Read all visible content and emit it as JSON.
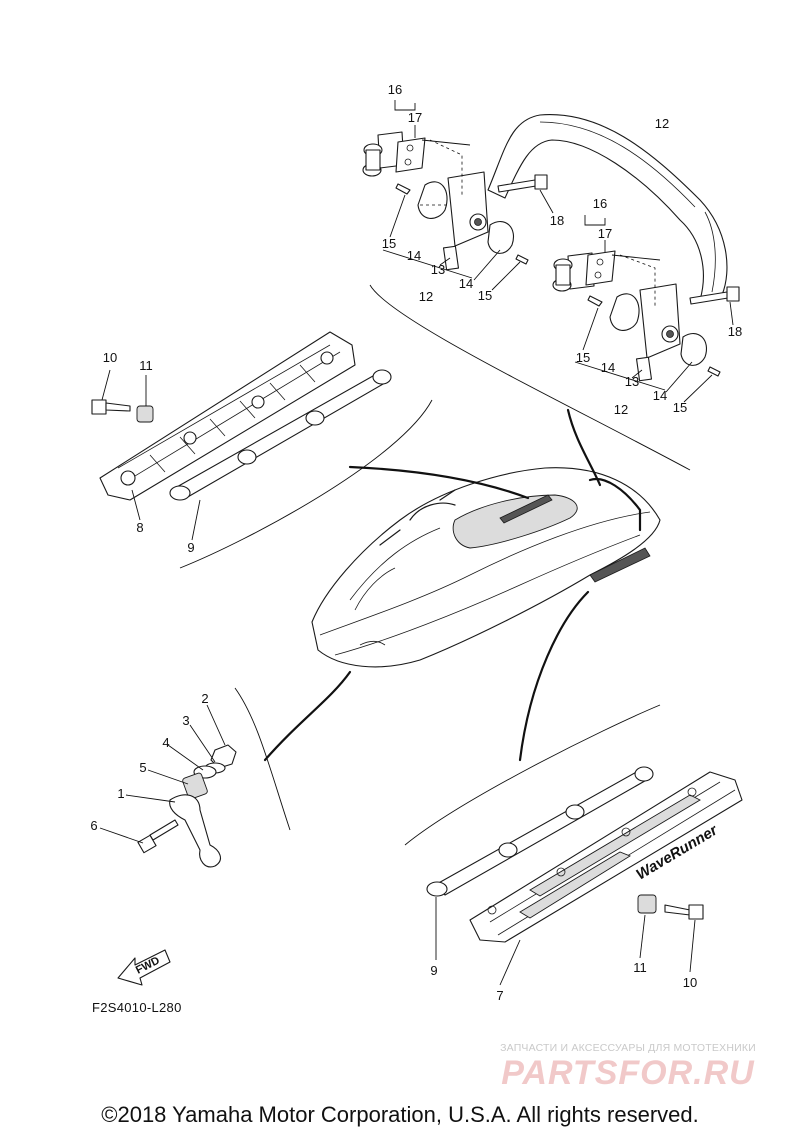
{
  "diagram": {
    "code": "F2S4010-L280",
    "fwd_label": "FWD",
    "callouts": [
      {
        "id": "c16a",
        "label": "16"
      },
      {
        "id": "c17a",
        "label": "17"
      },
      {
        "id": "c12top",
        "label": "12"
      },
      {
        "id": "c18a",
        "label": "18"
      },
      {
        "id": "c15a",
        "label": "15"
      },
      {
        "id": "c14a",
        "label": "14"
      },
      {
        "id": "c13a",
        "label": "13"
      },
      {
        "id": "c12a",
        "label": "12"
      },
      {
        "id": "c14b",
        "label": "14"
      },
      {
        "id": "c15b",
        "label": "15"
      },
      {
        "id": "c16b",
        "label": "16"
      },
      {
        "id": "c17b",
        "label": "17"
      },
      {
        "id": "c18b",
        "label": "18"
      },
      {
        "id": "c15c",
        "label": "15"
      },
      {
        "id": "c14c",
        "label": "14"
      },
      {
        "id": "c13b",
        "label": "13"
      },
      {
        "id": "c12b",
        "label": "12"
      },
      {
        "id": "c14d",
        "label": "14"
      },
      {
        "id": "c15d",
        "label": "15"
      },
      {
        "id": "c10a",
        "label": "10"
      },
      {
        "id": "c11a",
        "label": "11"
      },
      {
        "id": "c8",
        "label": "8"
      },
      {
        "id": "c9a",
        "label": "9"
      },
      {
        "id": "c2",
        "label": "2"
      },
      {
        "id": "c3",
        "label": "3"
      },
      {
        "id": "c4",
        "label": "4"
      },
      {
        "id": "c5",
        "label": "5"
      },
      {
        "id": "c1",
        "label": "1"
      },
      {
        "id": "c6",
        "label": "6"
      },
      {
        "id": "c9b",
        "label": "9"
      },
      {
        "id": "c7",
        "label": "7"
      },
      {
        "id": "c11b",
        "label": "11"
      },
      {
        "id": "c10b",
        "label": "10"
      }
    ]
  },
  "hull_branding": "WaveRunner",
  "watermark": {
    "tagline": "ЗАПЧАСТИ И АКСЕССУАРЫ ДЛЯ МОТОТЕХНИКИ",
    "logo": "PARTSFOR.RU"
  },
  "copyright": "©2018 Yamaha Motor Corporation, U.S.A. All rights reserved."
}
